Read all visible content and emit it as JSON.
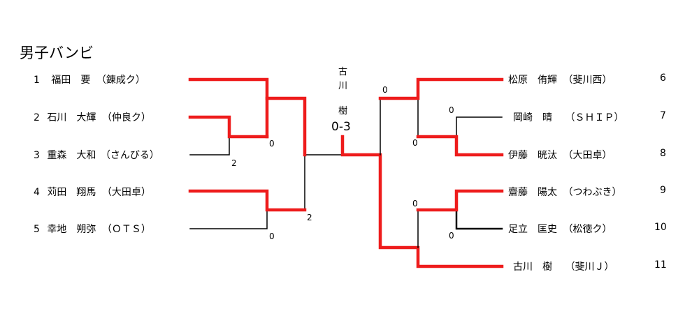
{
  "title": "男子バンビ",
  "left_players": [
    {
      "num": "1",
      "name": "福田　要",
      "club": "（錬成ク）"
    },
    {
      "num": "2",
      "name": "石川　大輝",
      "club": "（仲良ク）"
    },
    {
      "num": "3",
      "name": "重森　大和",
      "club": "（さんびる）"
    },
    {
      "num": "4",
      "name": "苅田　翔馬",
      "club": "（大田卓）"
    },
    {
      "num": "5",
      "name": "幸地　朔弥",
      "club": "（ＯＴＳ）"
    }
  ],
  "right_players": [
    {
      "num": "6",
      "name": "松原　侑輝",
      "club": "（斐川西）"
    },
    {
      "num": "7",
      "name": "岡崎　晴",
      "club": "（ＳＨＩＰ）"
    },
    {
      "num": "8",
      "name": "伊藤　晄汰",
      "club": "（大田卓）"
    },
    {
      "num": "9",
      "name": "齋藤　陽太",
      "club": "（つわぶき）"
    },
    {
      "num": "10",
      "name": "足立　匡史",
      "club": "（松徳ク）"
    },
    {
      "num": "11",
      "name": "古川　樹",
      "club": "（斐川Ｊ）"
    }
  ],
  "scores": {
    "l_m23": "2",
    "l_sf1": "0",
    "l_m45": "0",
    "l_sf2": "2",
    "r_m1_top": "0",
    "r_m1_bot": "0",
    "r_m2_top": "0",
    "r_m2_bot": "0",
    "r_m3_top": "0"
  },
  "final": {
    "winner_chars": [
      "古",
      "川",
      "樹"
    ],
    "score": "0-3"
  },
  "colors": {
    "win": "#ee1c1c",
    "lose": "#000000"
  }
}
